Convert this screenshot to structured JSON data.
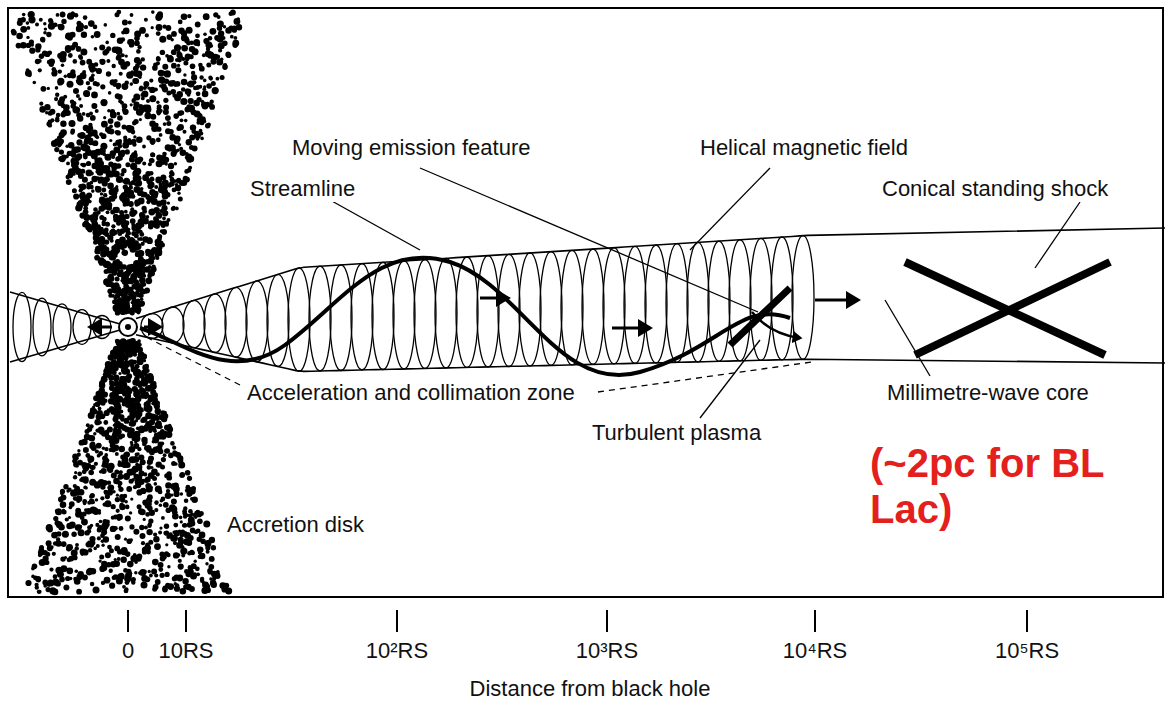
{
  "diagram": {
    "labels": [
      "Moving emission feature",
      "Helical magnetic field",
      "Streamline",
      "Conical standing shock",
      "Acceleration and collimation zone",
      "Millimetre-wave core",
      "Turbulent plasma",
      "(~2pc for BL Lac)",
      "Accretion disk",
      "0",
      "10RS",
      "10²RS",
      "10³RS",
      "10⁴RS",
      "10⁵RS",
      "Distance from black hole"
    ]
  }
}
